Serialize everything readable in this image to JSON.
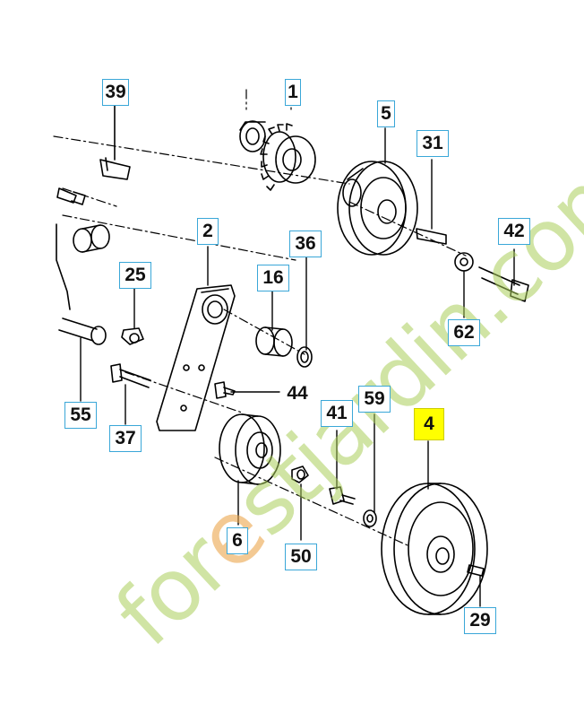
{
  "callouts": [
    {
      "id": "39",
      "label": "39"
    },
    {
      "id": "1",
      "label": "1"
    },
    {
      "id": "5",
      "label": "5"
    },
    {
      "id": "31",
      "label": "31"
    },
    {
      "id": "2",
      "label": "2"
    },
    {
      "id": "36",
      "label": "36"
    },
    {
      "id": "42",
      "label": "42"
    },
    {
      "id": "25",
      "label": "25"
    },
    {
      "id": "16",
      "label": "16"
    },
    {
      "id": "62",
      "label": "62"
    },
    {
      "id": "44",
      "label": "44"
    },
    {
      "id": "55",
      "label": "55"
    },
    {
      "id": "37",
      "label": "37"
    },
    {
      "id": "41",
      "label": "41"
    },
    {
      "id": "59",
      "label": "59"
    },
    {
      "id": "4",
      "label": "4",
      "highlight": true
    },
    {
      "id": "6",
      "label": "6"
    },
    {
      "id": "50",
      "label": "50"
    },
    {
      "id": "29",
      "label": "29"
    }
  ],
  "watermark": {
    "text_before": "for",
    "text_highlight": "e",
    "text_after": "stjardin.com",
    "color": "#a9cc5a",
    "accent": "#eba54b"
  },
  "colors": {
    "callout_border": "#3aa7d8",
    "highlight_fill": "#ffff00",
    "line": "#000000"
  }
}
